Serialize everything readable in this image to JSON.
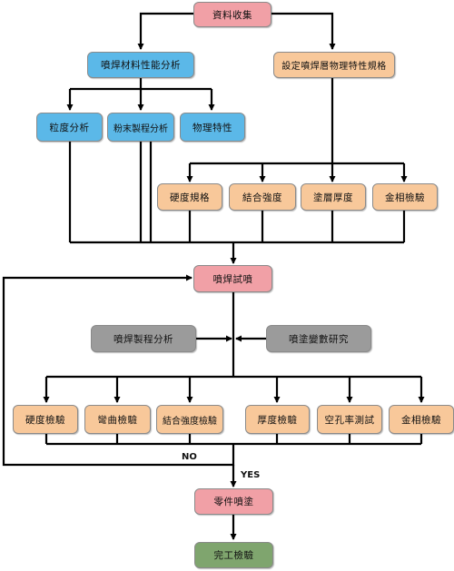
{
  "colors": {
    "pink": "#f1a0a6",
    "blue": "#5bb8e8",
    "orange": "#f8c89a",
    "gray": "#9b9b9b",
    "green": "#7fa56e",
    "line": "#000000"
  },
  "nodes": {
    "data_collection": "資料收集",
    "spray_material_analysis": "噴焊材料性能分析",
    "coating_spec": "設定噴焊層物理特性規格",
    "particle_analysis": "粒度分析",
    "powder_process_analysis": "粉末製程分析",
    "physical_properties": "物理特性",
    "hardness_spec": "硬度規格",
    "bond_strength": "結合強度",
    "coating_thickness": "塗層厚度",
    "metallography_test_top": "金相檢驗",
    "spray_trial": "噴焊試噴",
    "spray_process_analysis": "噴焊製程分析",
    "coating_variable_study": "噴塗變數研究",
    "hardness_test": "硬度檢驗",
    "bending_test": "彎曲檢驗",
    "bond_strength_test": "結合強度檢驗",
    "thickness_test": "厚度檢驗",
    "porosity_test": "空孔率測試",
    "metallography_test_bottom": "金相檢驗",
    "part_spraying": "零件噴塗",
    "final_inspection": "完工檢驗"
  },
  "labels": {
    "no": "NO",
    "yes": "YES"
  }
}
